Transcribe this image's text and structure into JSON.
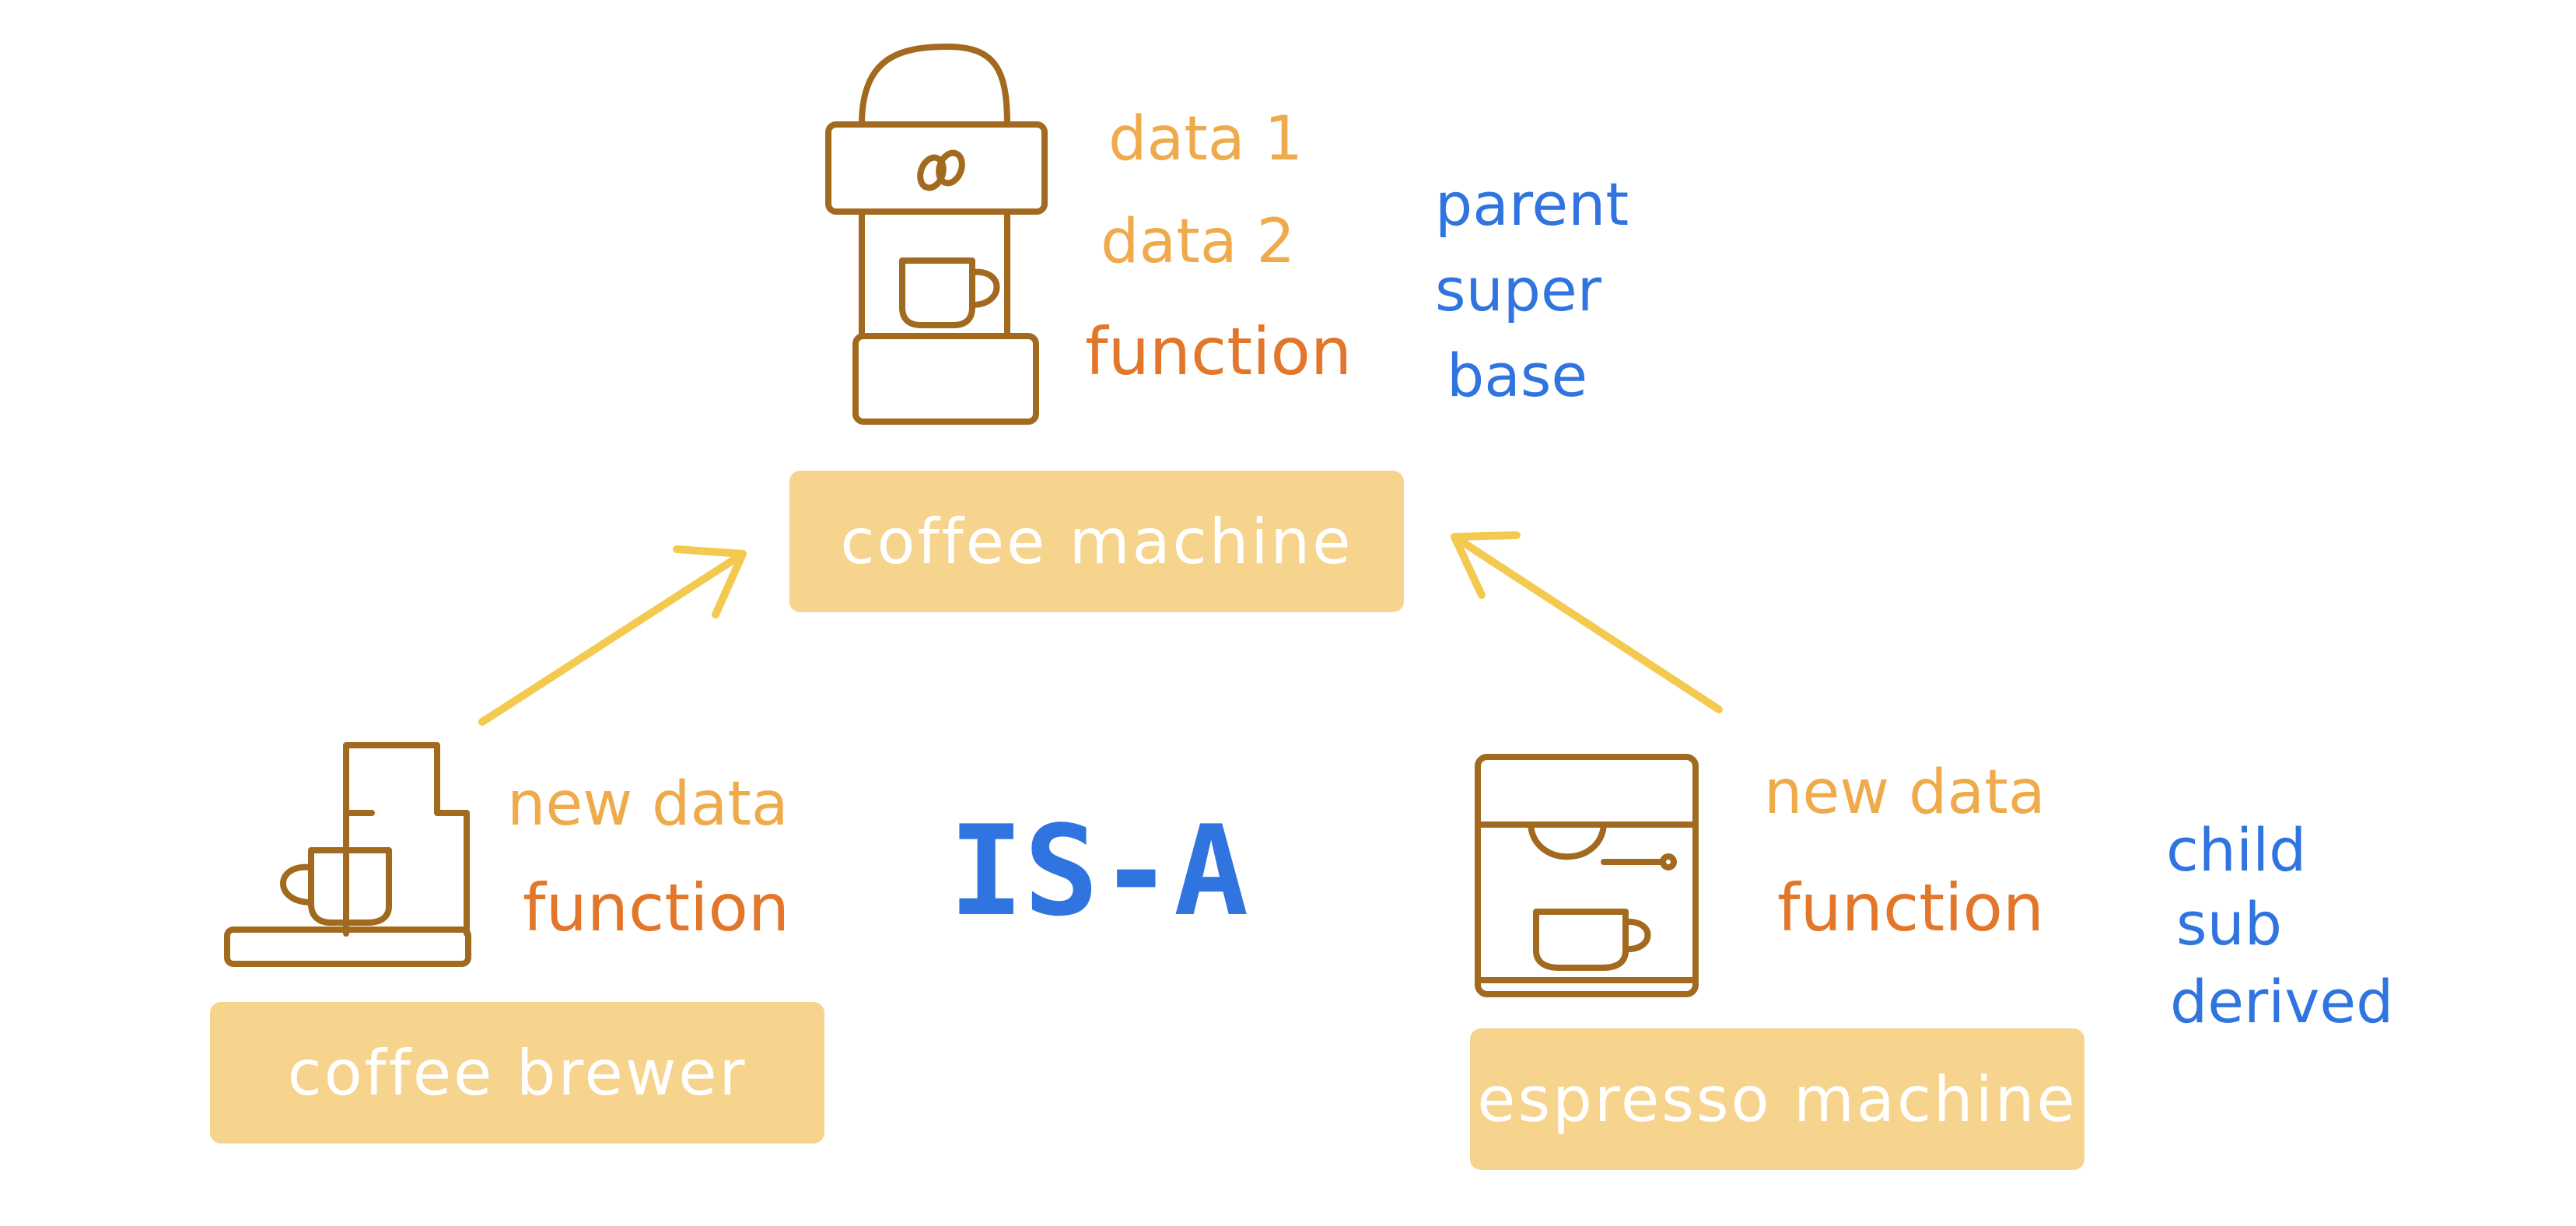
{
  "parent": {
    "box_label": "coffee machine",
    "data_1": "data 1",
    "data_2": "data 2",
    "function": "function",
    "role_words": [
      "parent",
      "super",
      "base"
    ]
  },
  "child_left": {
    "box_label": "coffee brewer",
    "new_data": "new data",
    "function": "function"
  },
  "child_right": {
    "box_label": "espresso machine",
    "new_data": "new data",
    "function": "function",
    "role_words": [
      "child",
      "sub",
      "derived"
    ]
  },
  "relation": "IS-A",
  "colors": {
    "label_box": "#f6d48e",
    "arrow": "#f3ca4f",
    "machine_outline": "#a26a1e",
    "data_text": "#efab4b",
    "function_text": "#e2762a",
    "role_text": "#2f74df"
  }
}
